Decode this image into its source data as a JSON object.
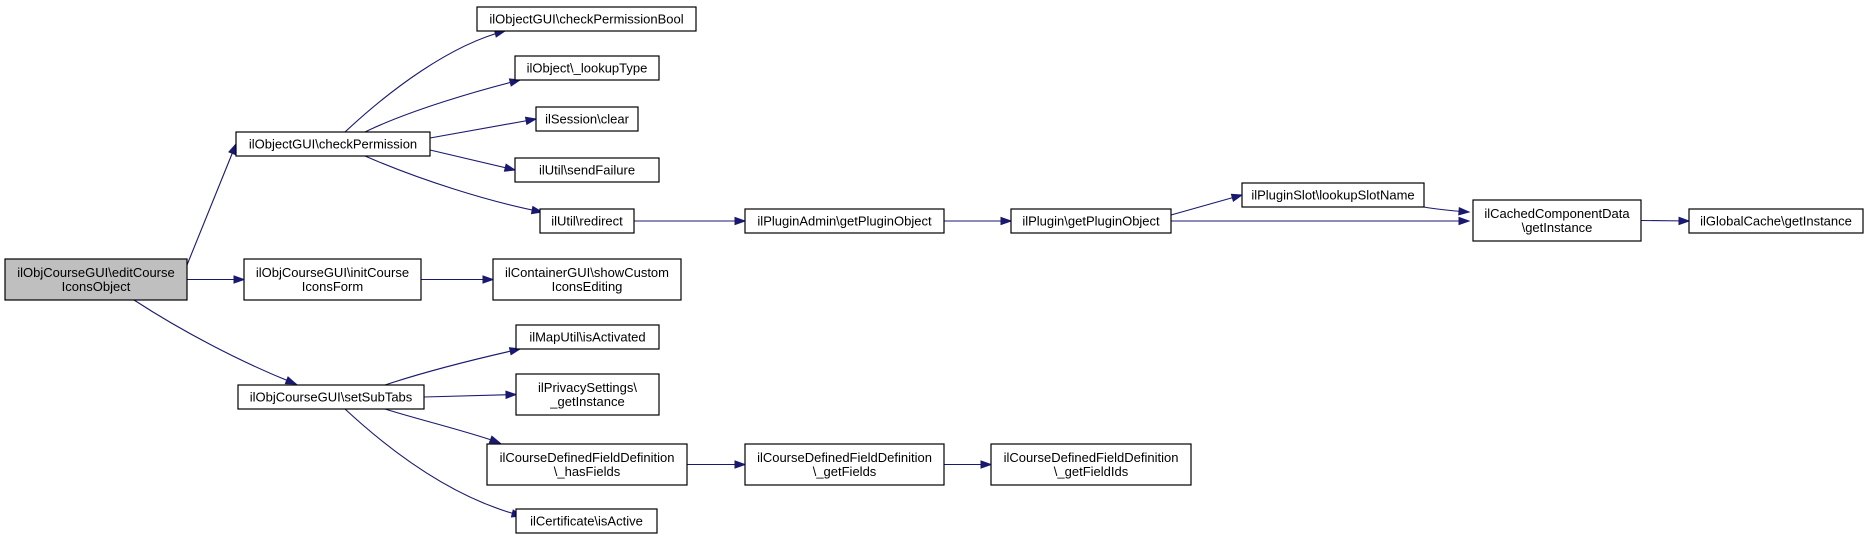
{
  "nodes": {
    "n0": {
      "lines": [
        "ilObjCourseGUI\\editCourse",
        "IconsObject"
      ],
      "root": true
    },
    "n1": {
      "lines": [
        "ilObjectGUI\\checkPermission"
      ]
    },
    "n2": {
      "lines": [
        "ilObjCourseGUI\\initCourse",
        "IconsForm"
      ]
    },
    "n3": {
      "lines": [
        "ilObjCourseGUI\\setSubTabs"
      ]
    },
    "n4": {
      "lines": [
        "ilObjectGUI\\checkPermissionBool"
      ]
    },
    "n5": {
      "lines": [
        "ilObject\\_lookupType"
      ]
    },
    "n6": {
      "lines": [
        "ilSession\\clear"
      ]
    },
    "n7": {
      "lines": [
        "ilUtil\\sendFailure"
      ]
    },
    "n8": {
      "lines": [
        "ilUtil\\redirect"
      ]
    },
    "n9": {
      "lines": [
        "ilContainerGUI\\showCustom",
        "IconsEditing"
      ]
    },
    "n10": {
      "lines": [
        "ilMapUtil\\isActivated"
      ]
    },
    "n11": {
      "lines": [
        "ilPrivacySettings\\",
        "_getInstance"
      ]
    },
    "n12": {
      "lines": [
        "ilCourseDefinedFieldDefinition",
        "\\_hasFields"
      ]
    },
    "n13": {
      "lines": [
        "ilCertificate\\isActive"
      ]
    },
    "n14": {
      "lines": [
        "ilPluginAdmin\\getPluginObject"
      ]
    },
    "n15": {
      "lines": [
        "ilPlugin\\getPluginObject"
      ]
    },
    "n16": {
      "lines": [
        "ilPluginSlot\\lookupSlotName"
      ]
    },
    "n17": {
      "lines": [
        "ilCachedComponentData",
        "\\getInstance"
      ]
    },
    "n18": {
      "lines": [
        "ilGlobalCache\\getInstance"
      ]
    },
    "n19": {
      "lines": [
        "ilCourseDefinedFieldDefinition",
        "\\_getFields"
      ]
    },
    "n20": {
      "lines": [
        "ilCourseDefinedFieldDefinition",
        "\\_getFieldIds"
      ]
    }
  },
  "edges": [
    [
      "n0",
      "n1"
    ],
    [
      "n0",
      "n2"
    ],
    [
      "n0",
      "n3"
    ],
    [
      "n1",
      "n4"
    ],
    [
      "n1",
      "n5"
    ],
    [
      "n1",
      "n6"
    ],
    [
      "n1",
      "n7"
    ],
    [
      "n1",
      "n8"
    ],
    [
      "n2",
      "n9"
    ],
    [
      "n3",
      "n10"
    ],
    [
      "n3",
      "n11"
    ],
    [
      "n3",
      "n12"
    ],
    [
      "n3",
      "n13"
    ],
    [
      "n8",
      "n14"
    ],
    [
      "n14",
      "n15"
    ],
    [
      "n15",
      "n16"
    ],
    [
      "n15",
      "n17"
    ],
    [
      "n16",
      "n17"
    ],
    [
      "n17",
      "n18"
    ],
    [
      "n12",
      "n19"
    ],
    [
      "n19",
      "n20"
    ]
  ]
}
